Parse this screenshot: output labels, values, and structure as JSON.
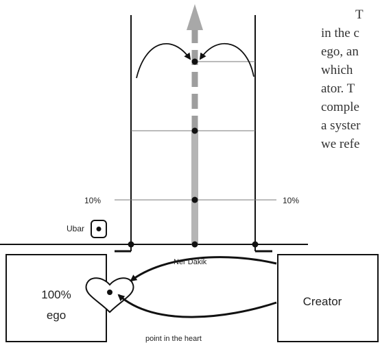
{
  "diagram": {
    "ten_percent_left": "10%",
    "ten_percent_right": "10%",
    "ubar_label": "Ubar",
    "left_box_line1": "100%",
    "left_box_line2": "ego",
    "right_box_label": "Creator",
    "ner_dakik_label": "Ner Dakik",
    "point_in_heart_label": "point in the heart"
  },
  "side_text": {
    "line1": "T",
    "line2": "in the c",
    "line3": "ego, an",
    "line4": "which",
    "line5": "ator. T",
    "line6": "comple",
    "line7": "a syster",
    "line8": "we refe"
  }
}
